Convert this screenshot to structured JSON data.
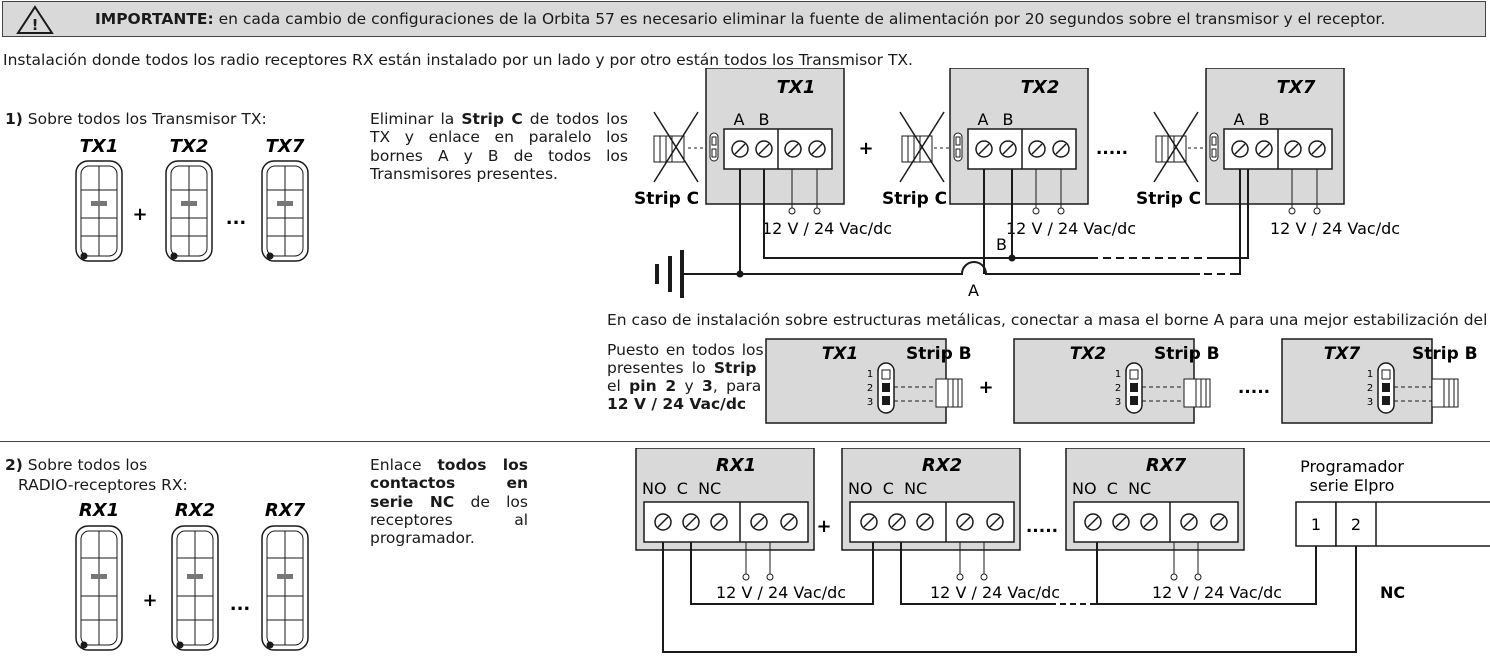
{
  "warning": {
    "icon": "warning-triangle-icon",
    "label": "IMPORTANTE:",
    "text": " en cada cambio de configuraciones de la Orbita 57 es necesario eliminar la fuente de alimentación por 20 segundos sobre el transmisor y el receptor."
  },
  "intro": "Instalación donde todos los radio receptores RX están instalado por un lado y por otro están todos los Transmisor TX.",
  "section1": {
    "number": "1)",
    "heading": " Sobre todos los Transmisor TX:",
    "devices": [
      "TX1",
      "TX2",
      "TX7"
    ],
    "plus": "+",
    "dots": "...",
    "instructions": {
      "p1": "Eliminar la ",
      "strip": "Strip C",
      "p2": " de todos los TX y enlace en paralelo los bornes A y B de todos los Transmisores presentes."
    },
    "units": [
      "TX1",
      "TX2",
      "TX7"
    ],
    "terminal_a": "A",
    "terminal_b": "B",
    "strip_label": "Strip C",
    "power_label": "12 V / 24 Vac/dc",
    "plus_sep": "+",
    "dots_sep": ".....",
    "wire_b": "B",
    "wire_a": "A",
    "metal_note": "En caso de instalación sobre estructuras metálicas, conectar a masa el borne A para una mejor estabilización del sistema.",
    "strip_b_instructions": {
      "p1": "Puesto en todos los TransmisoresTX presentes lo ",
      "strip": "Strip B",
      "p2": " hacer puente el ",
      "pin": "pin 2",
      "p3": " y ",
      "pin3": "3",
      "p4": ", para la alimentación ",
      "voltage": "12 V / 24 Vac/dc"
    },
    "strip_b_label": "Strip B",
    "pins": [
      "1",
      "2",
      "3"
    ]
  },
  "section2": {
    "number": "2)",
    "heading_line1": " Sobre todos los",
    "heading_line2": "RADIO-receptores RX:",
    "devices": [
      "RX1",
      "RX2",
      "RX7"
    ],
    "plus": "+",
    "dots": "...",
    "instructions": {
      "p1": "Enlace ",
      "bold": "todos los contactos en serie NC",
      "p2": " de los receptores al programador."
    },
    "units": [
      "RX1",
      "RX2",
      "RX7"
    ],
    "contacts": "NO  C  NC",
    "power_label": "12 V / 24 Vac/dc",
    "plus_sep": "+",
    "dots_sep": ".....",
    "programmer_title_line1": "Programador",
    "programmer_title_line2": "serie Elpro",
    "programmer_terminals": [
      "1",
      "2"
    ],
    "nc_label": "NC"
  },
  "colors": {
    "warning_bg": "#d9d9d9",
    "device_fill": "#d9d9d9",
    "line": "#1a1a1a"
  }
}
